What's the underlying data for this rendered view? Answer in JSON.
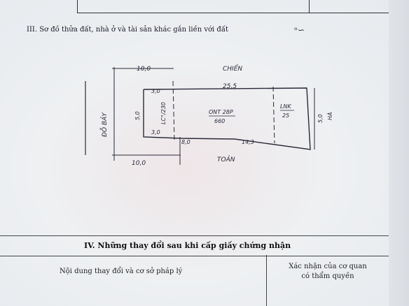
{
  "section": {
    "title": "III. Sơ đồ thửa đất, nhà ở và tài sản khác gắn liền với đất",
    "mark": "ᵒ∽"
  },
  "plot": {
    "north_label": "CHIẾN",
    "south_label": "TOẢN",
    "west_label": "ĐỖ BẢY",
    "east_label": "HÀ",
    "top_dim": "25,5",
    "top_left_dim": "10,0",
    "bottom_left_dim": "10,0",
    "bottom_mid_dim": "8,0",
    "bottom_right_dim": "14,3",
    "left_top_dim": "3,0",
    "left_bottom_dim": "3,0",
    "left_side_dim": "5,0",
    "right_side_dim": "5,0",
    "lot_code_1": "ONT  28P",
    "lot_area_1": "660",
    "lot_code_2": "LNK",
    "lot_area_2": "25",
    "inner_label": "LC°/230"
  },
  "table": {
    "title": "IV. Những thay đổi sau khi cấp giấy chứng nhận",
    "col1": "Nội dung thay đổi và cơ sở pháp lý",
    "col2_line1": "Xác nhận của cơ quan",
    "col2_line2": "có thẩm quyền"
  }
}
